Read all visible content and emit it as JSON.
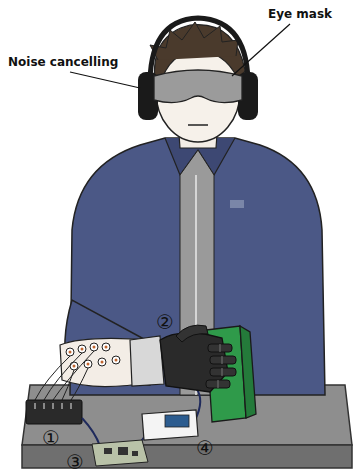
{
  "diagram": {
    "labels": [
      "Noise cancelling",
      "Eye mask",
      "②",
      "①",
      "③",
      "④"
    ]
  }
}
